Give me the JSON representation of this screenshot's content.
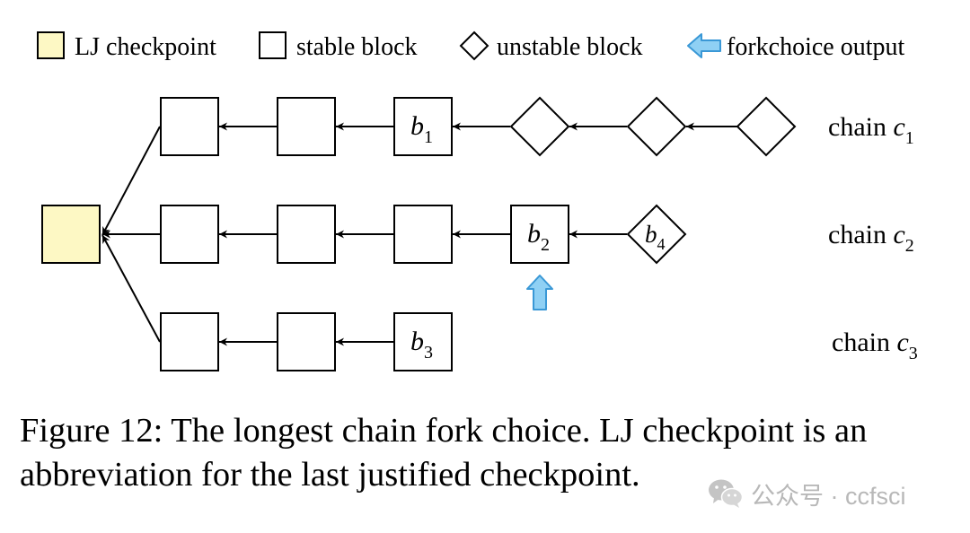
{
  "legend": {
    "checkpoint_label": "LJ checkpoint",
    "stable_label": "stable block",
    "unstable_label": "unstable block",
    "forkchoice_label": "forkchoice output"
  },
  "chains": [
    {
      "label_prefix": "chain ",
      "label_var": "c",
      "label_sub": "1"
    },
    {
      "label_prefix": "chain ",
      "label_var": "c",
      "label_sub": "2"
    },
    {
      "label_prefix": "chain ",
      "label_var": "c",
      "label_sub": "3"
    }
  ],
  "blocks": {
    "b1": {
      "var": "b",
      "sub": "1"
    },
    "b2": {
      "var": "b",
      "sub": "2"
    },
    "b3": {
      "var": "b",
      "sub": "3"
    },
    "b4": {
      "var": "b",
      "sub": "4"
    }
  },
  "colors": {
    "checkpoint_fill": "#fdf8c4",
    "arrow_fill": "#8fd0f4",
    "arrow_stroke": "#3a98d6",
    "stroke": "#000000"
  },
  "caption": "Figure 12: The longest chain fork choice. LJ checkpoint is an abbreviation for the last justified checkpoint.",
  "watermark": {
    "text": "公众号 · ccfsci",
    "icon": "wechat-icon"
  }
}
